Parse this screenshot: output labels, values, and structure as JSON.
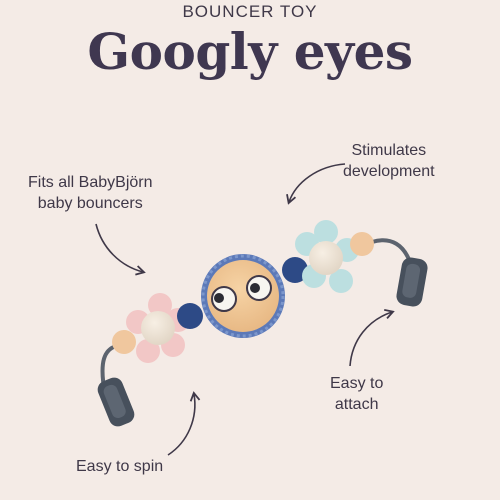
{
  "header": {
    "subtitle": "BOUNCER TOY",
    "title": "Googly eyes"
  },
  "callouts": [
    {
      "lines": [
        "Fits all BabyBjörn",
        "baby bouncers"
      ]
    },
    {
      "lines": [
        "Stimulates",
        "development"
      ]
    },
    {
      "lines": [
        "Easy to",
        "attach"
      ]
    },
    {
      "lines": [
        "Easy to spin"
      ]
    }
  ],
  "colors": {
    "background": "#f4ebe6",
    "text": "#3f3848",
    "wood": "#f2c997",
    "navy": "#2d4a86",
    "pink": "#f2c7c6",
    "mint": "#bcdfe0",
    "grey": "#47505c"
  }
}
